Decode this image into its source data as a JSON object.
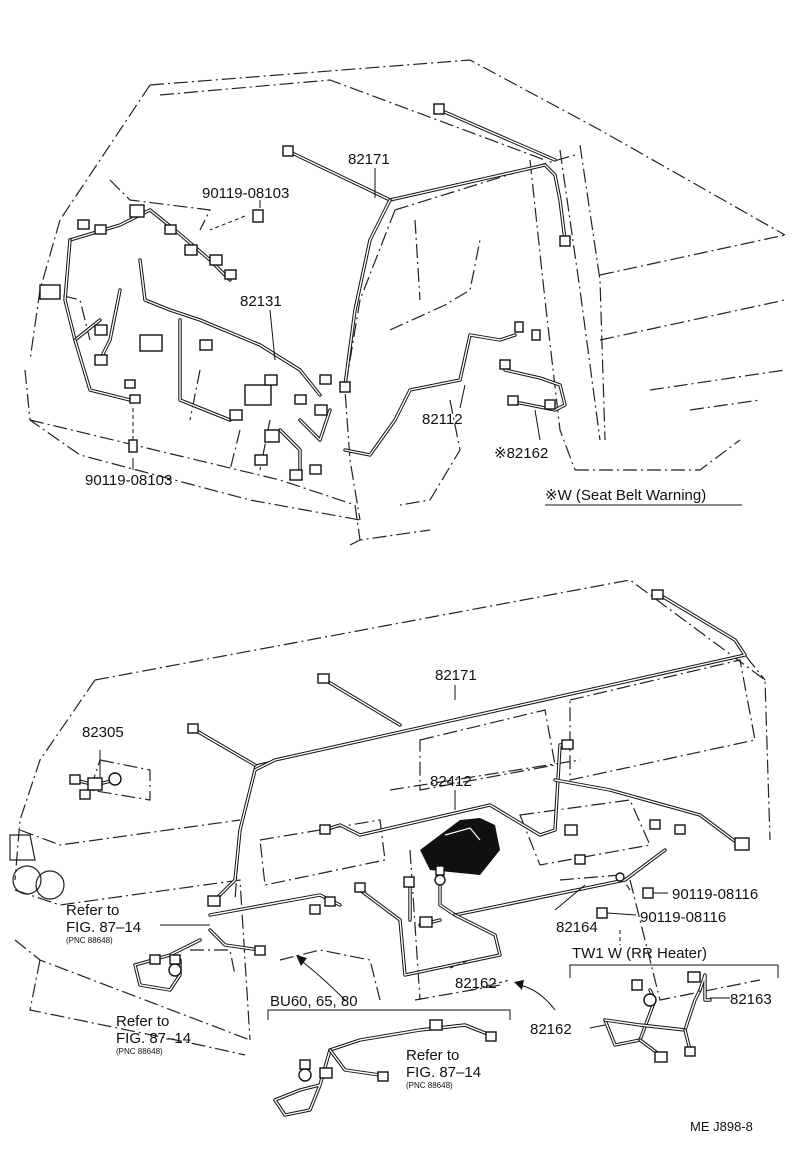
{
  "diagram": {
    "labels": {
      "top_82171": "82171",
      "top_90119_upper": "90119-08103",
      "top_82131": "82131",
      "top_82112": "82112",
      "top_82162": "※82162",
      "top_90119_lower": "90119-08103",
      "note_seat_belt": "※W (Seat Belt Warning)",
      "bot_82171": "82171",
      "bot_82305": "82305",
      "bot_82412": "82412",
      "bot_90119_08116_a": "90119-08116",
      "bot_90119_08116_b": "90119-08116",
      "bot_82164": "82164",
      "note_tw1": "TW1 W (RR Heater)",
      "bot_82162_mid": "82162",
      "bot_82162_left": "82162",
      "bot_82163": "82163",
      "note_bu60": "BU60, 65, 80",
      "ref1_line1": "Refer to",
      "ref1_line2": "FIG. 87–14",
      "ref1_pnc": "(PNC 88648)",
      "ref2_line1": "Refer to",
      "ref2_line2": "FIG. 87–14",
      "ref2_pnc": "(PNC 88648)",
      "ref3_line1": "Refer to",
      "ref3_line2": "FIG. 87–14",
      "ref3_pnc": "(PNC 88648)",
      "figure_code": "ME J898-8"
    }
  }
}
